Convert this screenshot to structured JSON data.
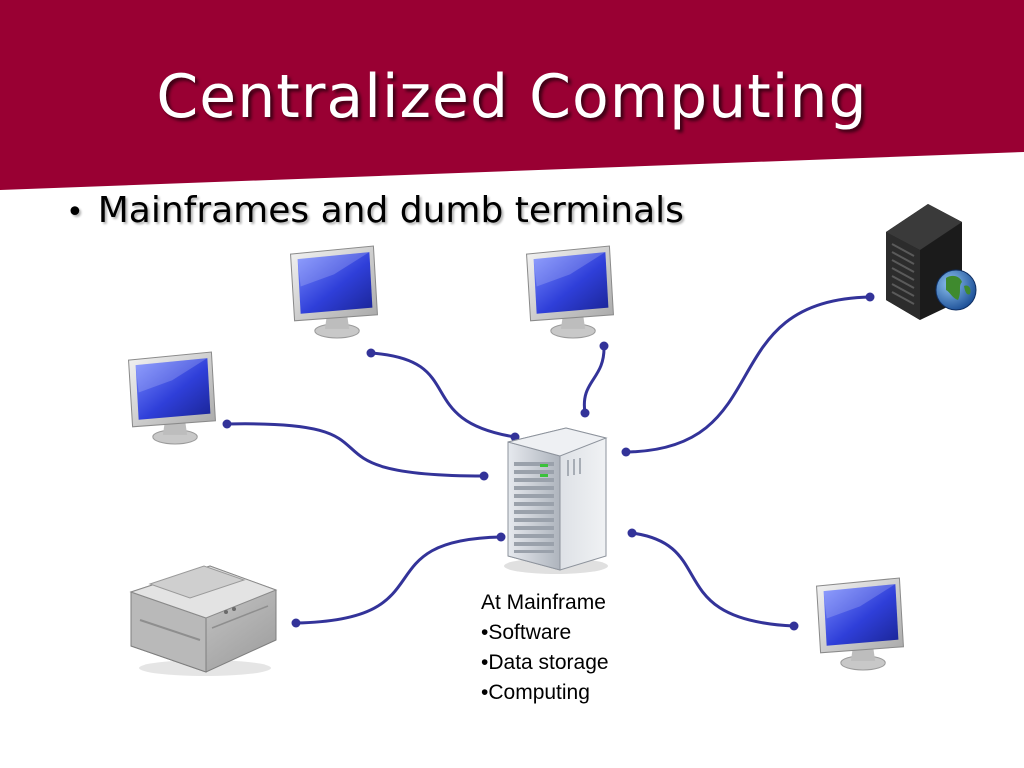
{
  "slide": {
    "title": "Centralized Computing",
    "bullet": "Mainframes and dumb terminals",
    "caption": {
      "heading": "At Mainframe",
      "items": [
        "•Software",
        "•Data storage",
        "•Computing"
      ]
    }
  },
  "colors": {
    "banner": "#990033",
    "connection": "#333399",
    "screen": "#3344dd"
  },
  "nodes": [
    {
      "id": "mainframe",
      "icon": "tower-server-icon"
    },
    {
      "id": "terminal-top-left",
      "icon": "monitor-icon"
    },
    {
      "id": "terminal-top-right",
      "icon": "monitor-icon"
    },
    {
      "id": "terminal-left",
      "icon": "monitor-icon"
    },
    {
      "id": "terminal-bottom-right",
      "icon": "monitor-icon"
    },
    {
      "id": "printer",
      "icon": "printer-icon"
    },
    {
      "id": "web-server",
      "icon": "web-server-icon"
    }
  ]
}
